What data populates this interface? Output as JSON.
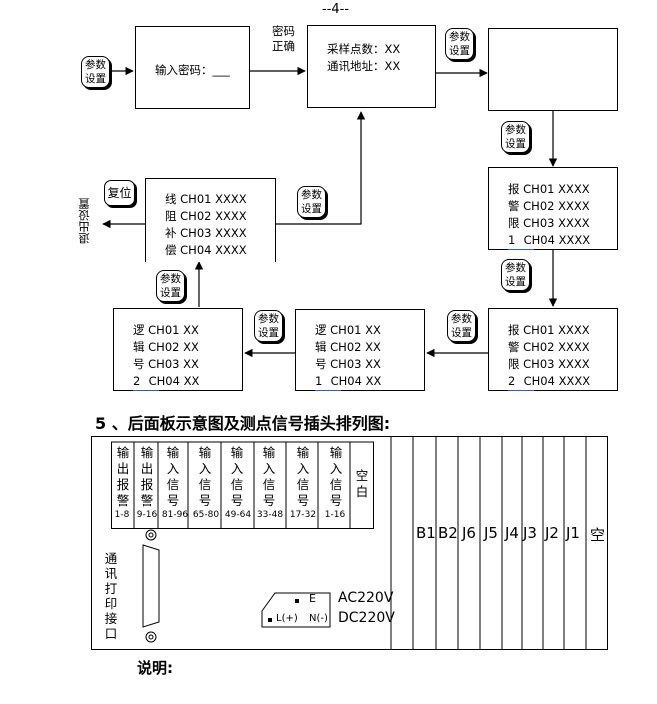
{
  "page_header": "--4--",
  "buttons": {
    "param_line1": "参数",
    "param_line2": "设置",
    "reset": "复位"
  },
  "labels": {
    "password_correct_line1": "密码",
    "password_correct_line2": "正确",
    "exit_settings": "退出设置"
  },
  "box_password": {
    "label": "输入密码：___"
  },
  "box_sample": {
    "line1": "采样点数：XX",
    "line2": "通讯地址：XX"
  },
  "box_comp": {
    "rows": [
      {
        "prefix": "线",
        "ch": "CH01 XXXX"
      },
      {
        "prefix": "阻",
        "ch": "CH02 XXXX"
      },
      {
        "prefix": "补",
        "ch": "CH03 XXXX"
      },
      {
        "prefix": "偿",
        "ch": "CH04 XXXX"
      }
    ]
  },
  "box_alarm1": {
    "rows": [
      {
        "prefix": "报",
        "ch": "CH01 XXXX"
      },
      {
        "prefix": "警",
        "ch": "CH02 XXXX"
      },
      {
        "prefix": "限",
        "ch": "CH03 XXXX"
      },
      {
        "prefix": "1",
        "ch": "CH04 XXXX"
      }
    ]
  },
  "box_alarm2": {
    "rows": [
      {
        "prefix": "报",
        "ch": "CH01 XXXX"
      },
      {
        "prefix": "警",
        "ch": "CH02 XXXX"
      },
      {
        "prefix": "限",
        "ch": "CH03 XXXX"
      },
      {
        "prefix": "2",
        "ch": "CH04 XXXX"
      }
    ]
  },
  "box_logic1": {
    "rows": [
      {
        "prefix": "逻",
        "ch": "CH01 XX"
      },
      {
        "prefix": "辑",
        "ch": "CH02 XX"
      },
      {
        "prefix": "号",
        "ch": "CH03 XX"
      },
      {
        "prefix": "1",
        "ch": "CH04 XX"
      }
    ]
  },
  "box_logic2": {
    "rows": [
      {
        "prefix": "逻",
        "ch": "CH01 XX"
      },
      {
        "prefix": "辑",
        "ch": "CH02 XX"
      },
      {
        "prefix": "号",
        "ch": "CH03 XX"
      },
      {
        "prefix": "2",
        "ch": "CH04 XX"
      }
    ]
  },
  "section5_title": "5 、后面板示意图及测点信号插头排列图:",
  "panel": {
    "columns": [
      {
        "label": "输出报警",
        "range": "1-8"
      },
      {
        "label": "输出报警",
        "range": "9-16"
      },
      {
        "label": "输入信号",
        "range": "81-96"
      },
      {
        "label": "输入信号",
        "range": "65-80"
      },
      {
        "label": "输入信号",
        "range": "49-64"
      },
      {
        "label": "输入信号",
        "range": "33-48"
      },
      {
        "label": "输入信号",
        "range": "17-32"
      },
      {
        "label": "输入信号",
        "range": "1-16"
      },
      {
        "label": "空白",
        "range": ""
      }
    ],
    "comm_port": "通讯打印接口",
    "power_e": "E",
    "power_ln": "L(+)",
    "power_n": "N(-)",
    "ac": "AC220V",
    "dc": "DC220V",
    "slots": [
      "B1",
      "B2",
      "J6",
      "J5",
      "J4",
      "J3",
      "J2",
      "J1",
      "空"
    ]
  },
  "footer_label": "说明:"
}
